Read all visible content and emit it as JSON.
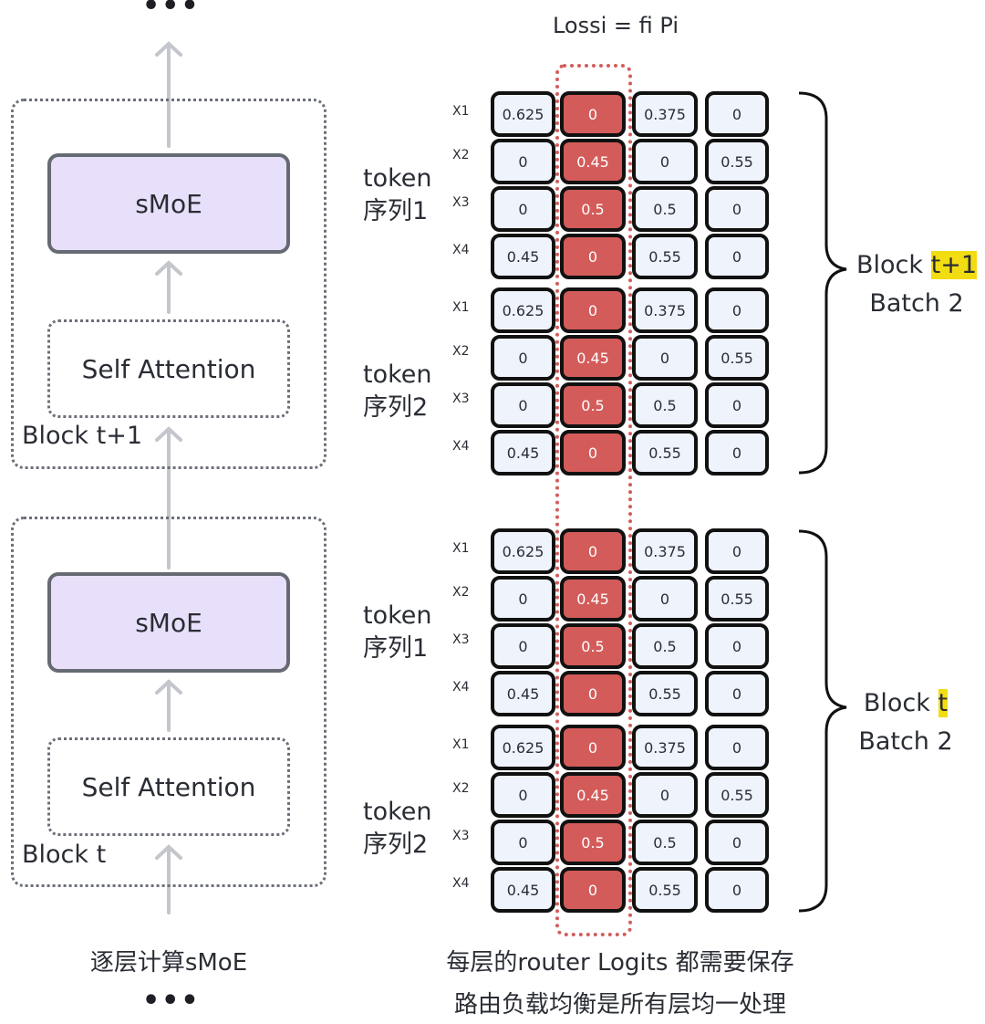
{
  "left_diagram": {
    "top_ellipsis": "•••",
    "bottom_ellipsis": "•••",
    "blocks": [
      {
        "label": "Block t+1",
        "moe_label": "sMoE",
        "attention_label": "Self Attention"
      },
      {
        "label": "Block t",
        "moe_label": "sMoE",
        "attention_label": "Self Attention"
      }
    ],
    "caption": "逐层计算sMoE"
  },
  "right_diagram": {
    "formula": "Lossi = fi Pi",
    "highlight_colors": {
      "selected_expert": "#d35c5a",
      "cell_bg": "#eef3fc",
      "label_highlight": "#f2dc12"
    },
    "highlighted_expert_column": 2,
    "groups": [
      {
        "block_prefix": "Block ",
        "block_highlight": "t+1",
        "batch_label": "Batch 2",
        "sequences": [
          {
            "label_line1": "token",
            "label_line2": "序列1",
            "rows": [
              {
                "token": "X1",
                "values": [
                  "0.625",
                  "0",
                  "0.375",
                  "0"
                ]
              },
              {
                "token": "X2",
                "values": [
                  "0",
                  "0.45",
                  "0",
                  "0.55"
                ]
              },
              {
                "token": "X3",
                "values": [
                  "0",
                  "0.5",
                  "0.5",
                  "0"
                ]
              },
              {
                "token": "X4",
                "values": [
                  "0.45",
                  "0",
                  "0.55",
                  "0"
                ]
              }
            ]
          },
          {
            "label_line1": "token",
            "label_line2": "序列2",
            "rows": [
              {
                "token": "X1",
                "values": [
                  "0.625",
                  "0",
                  "0.375",
                  "0"
                ]
              },
              {
                "token": "X2",
                "values": [
                  "0",
                  "0.45",
                  "0",
                  "0.55"
                ]
              },
              {
                "token": "X3",
                "values": [
                  "0",
                  "0.5",
                  "0.5",
                  "0"
                ]
              },
              {
                "token": "X4",
                "values": [
                  "0.45",
                  "0",
                  "0.55",
                  "0"
                ]
              }
            ]
          }
        ]
      },
      {
        "block_prefix": "Block ",
        "block_highlight": "t",
        "batch_label": "Batch 2",
        "sequences": [
          {
            "label_line1": "token",
            "label_line2": "序列1",
            "rows": [
              {
                "token": "X1",
                "values": [
                  "0.625",
                  "0",
                  "0.375",
                  "0"
                ]
              },
              {
                "token": "X2",
                "values": [
                  "0",
                  "0.45",
                  "0",
                  "0.55"
                ]
              },
              {
                "token": "X3",
                "values": [
                  "0",
                  "0.5",
                  "0.5",
                  "0"
                ]
              },
              {
                "token": "X4",
                "values": [
                  "0.45",
                  "0",
                  "0.55",
                  "0"
                ]
              }
            ]
          },
          {
            "label_line1": "token",
            "label_line2": "序列2",
            "rows": [
              {
                "token": "X1",
                "values": [
                  "0.625",
                  "0",
                  "0.375",
                  "0"
                ]
              },
              {
                "token": "X2",
                "values": [
                  "0",
                  "0.45",
                  "0",
                  "0.55"
                ]
              },
              {
                "token": "X3",
                "values": [
                  "0",
                  "0.5",
                  "0.5",
                  "0"
                ]
              },
              {
                "token": "X4",
                "values": [
                  "0.45",
                  "0",
                  "0.55",
                  "0"
                ]
              }
            ]
          }
        ]
      }
    ],
    "caption_line1": "每层的router Logits 都需要保存",
    "caption_line2": "路由负载均衡是所有层均一处理"
  }
}
